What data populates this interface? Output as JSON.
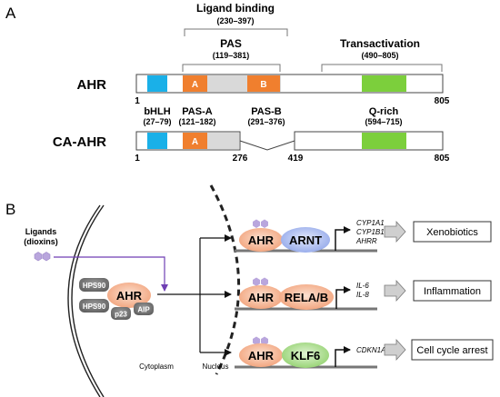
{
  "panel_a": {
    "label": "A",
    "ligand_binding": {
      "title": "Ligand binding",
      "range": "(230–397)"
    },
    "pas": {
      "title": "PAS",
      "range": "(119–381)"
    },
    "transactivation": {
      "title": "Transactivation",
      "range": "(490–805)"
    },
    "ahr": {
      "name": "AHR",
      "start": "1",
      "end": "805",
      "domain_a": "A",
      "domain_b": "B"
    },
    "bhlh": {
      "title": "bHLH",
      "range": "(27–79)"
    },
    "pas_a": {
      "title": "PAS-A",
      "range": "(121–182)"
    },
    "pas_b": {
      "title": "PAS-B",
      "range": "(291–376)"
    },
    "q_rich": {
      "title": "Q-rich",
      "range": "(594–715)"
    },
    "ca_ahr": {
      "name": "CA-AHR",
      "start": "1",
      "gap_start": "276",
      "gap_end": "419",
      "end": "805",
      "domain_a": "A"
    }
  },
  "panel_b": {
    "label": "B",
    "ligands": {
      "line1": "Ligands",
      "line2": "(dioxins)"
    },
    "complex": {
      "ahr": "AHR",
      "hsp90_top": "HPS90",
      "hsp90_bottom": "HPS90",
      "p23": "p23",
      "aip": "AIP"
    },
    "cytoplasm": "Cytoplasm",
    "nucleus": "Nucleus",
    "rows": [
      {
        "ahr": "AHR",
        "partner": "ARNT",
        "genes": [
          "CYP1A1",
          "CYP1B1",
          "AHRR"
        ],
        "outcome": "Xenobiotics"
      },
      {
        "ahr": "AHR",
        "partner": "RELA/B",
        "genes": [
          "IL-6",
          "IL-8"
        ],
        "outcome": "Inflammation"
      },
      {
        "ahr": "AHR",
        "partner": "KLF6",
        "genes": [
          "CDKN1A"
        ],
        "outcome": "Cell cycle arrest"
      }
    ]
  },
  "colors": {
    "bhlh": "#1ab0e8",
    "pas_domain": "#f07f2e",
    "pas_bg": "#d9d9d9",
    "q_rich": "#7ccf3c",
    "ahr_oval": "#f6b08e",
    "arnt": "#a9b9ee",
    "rela": "#f6b08e",
    "klf6": "#a8dc8a",
    "ligand": "#b9a6dd",
    "arrow_purple": "#6f3fb3"
  }
}
